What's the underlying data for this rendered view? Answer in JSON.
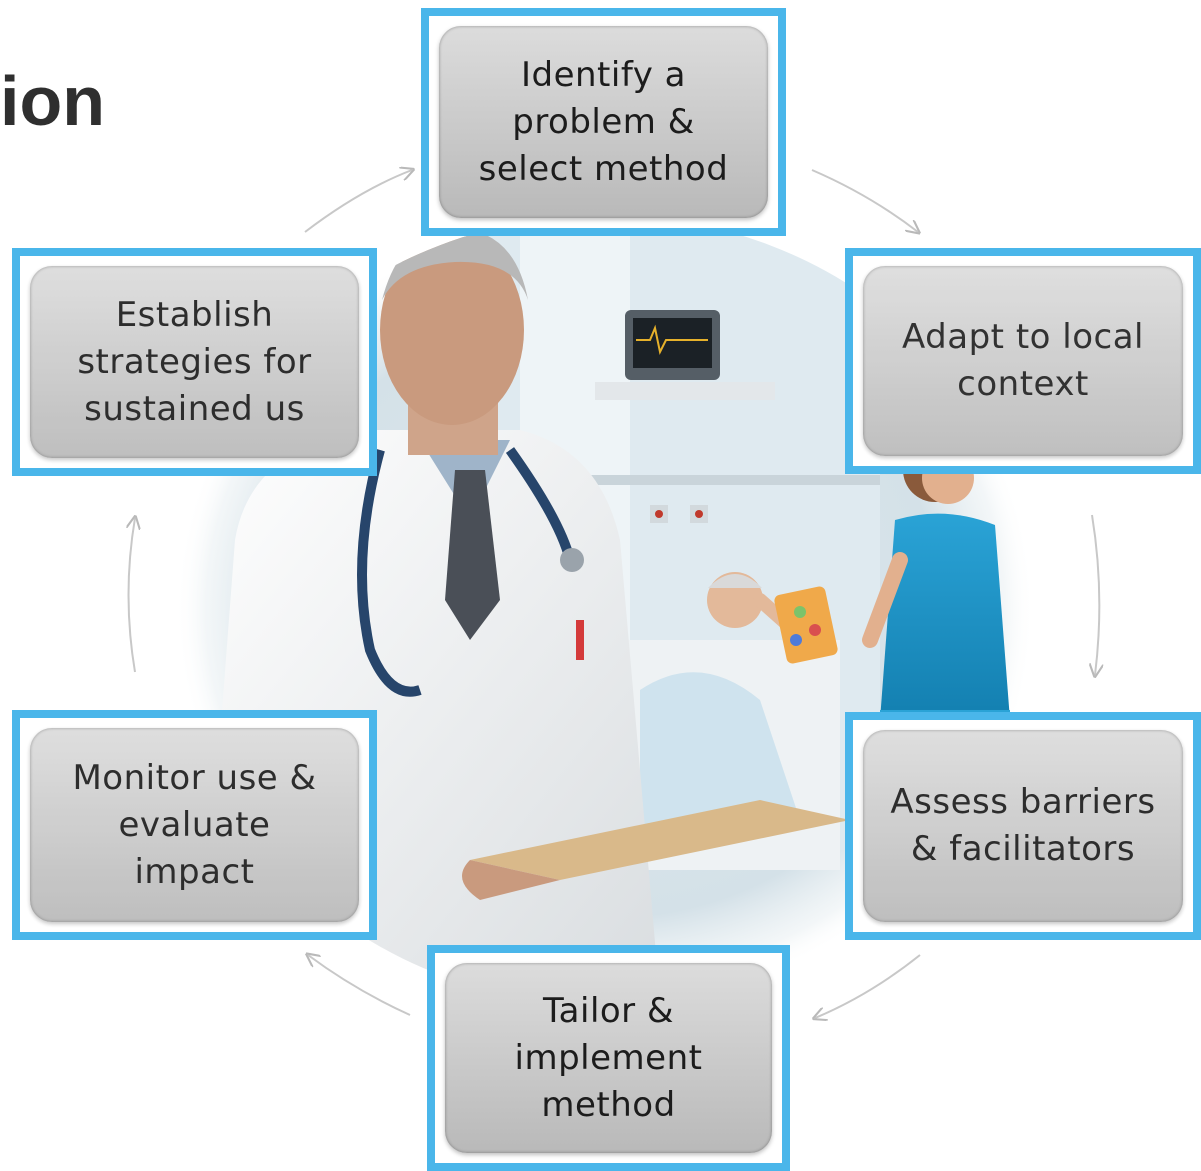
{
  "slide": {
    "title_fragment": "ion"
  },
  "cycle": {
    "steps": [
      {
        "label": "Identify a\nproblem  &\nselect method"
      },
      {
        "label": "Adapt to local\ncontext"
      },
      {
        "label": "Assess barriers\n& facilitators"
      },
      {
        "label": "Tailor &\nimplement\nmethod"
      },
      {
        "label": "Monitor use &\nevaluate\nimpact"
      },
      {
        "label": "Establish\nstrategies for\nsustained us"
      }
    ]
  },
  "colors": {
    "highlight_border": "#4ab6ea",
    "card_fill": "#cfcfcf",
    "arrow": "#c8c8c8"
  }
}
